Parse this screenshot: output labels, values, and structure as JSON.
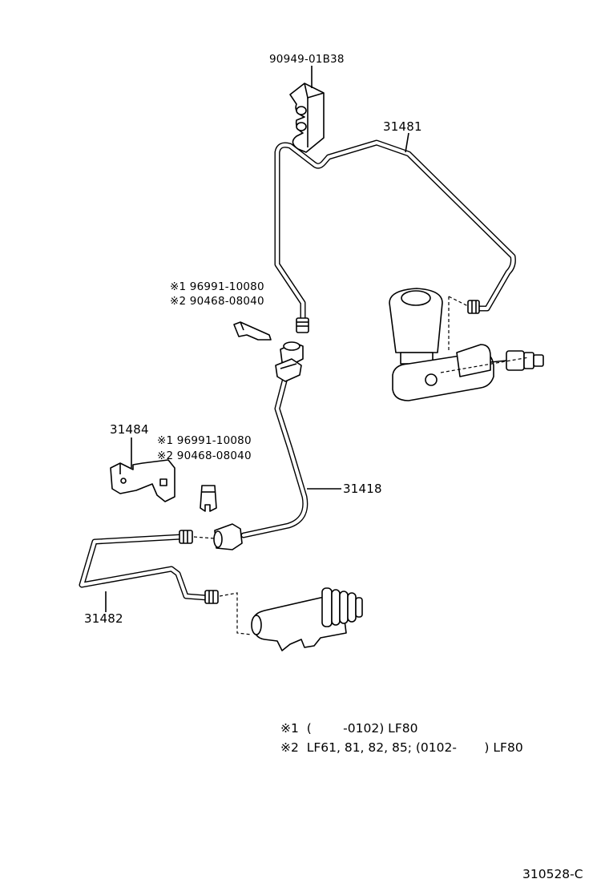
{
  "parts": {
    "clamp": "90949-01B38",
    "tube_upper": "31481",
    "clip_a_line1": "※1 96991-10080",
    "clip_a_line2": "※2 90468-08040",
    "bracket": "31484",
    "clip_b_line1": "※1 96991-10080",
    "clip_b_line2": "※2 90468-08040",
    "hose": "31418",
    "tube_lower": "31482"
  },
  "notes": [
    "※1  (        -0102) LF80",
    "※2  LF61, 81, 82, 85; (0102-       ) LF80"
  ],
  "diagram_code": "310528-C"
}
